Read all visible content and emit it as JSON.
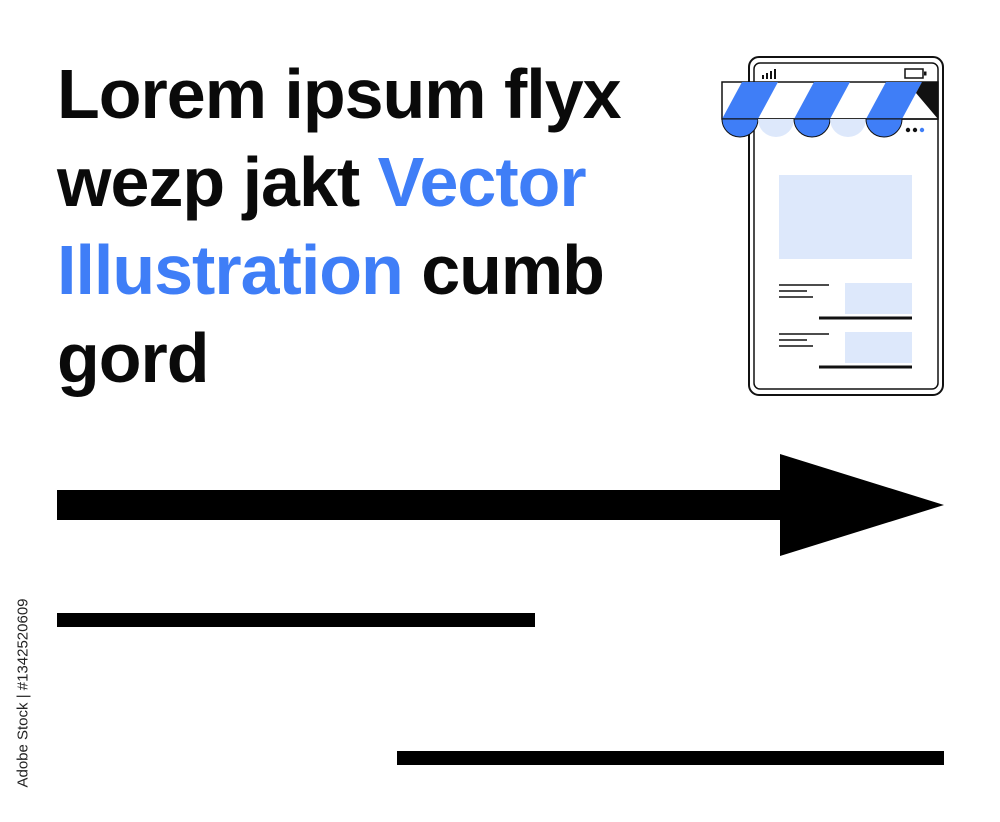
{
  "headline": {
    "part1": "Lorem ipsum flyx wezp jakt ",
    "accent": "Vector Illustration",
    "part2": " cumb gord"
  },
  "credit": "Adobe Stock | #1342520609",
  "colors": {
    "accent": "#3f7ef7",
    "light_blue": "#dde8fb",
    "text": "#0a0a0a"
  },
  "icons": [
    "smartphone-icon",
    "store-awning-icon",
    "signal-icon",
    "battery-icon",
    "arrow-right-icon"
  ]
}
